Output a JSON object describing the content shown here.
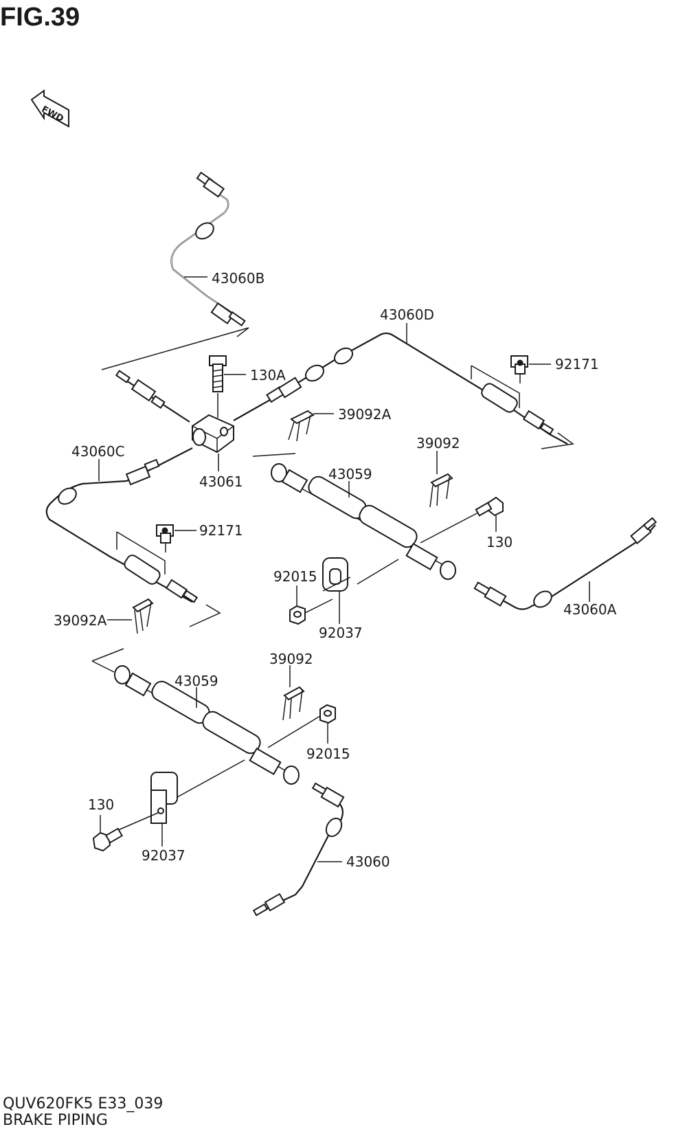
{
  "figure": {
    "title": "FIG.39",
    "code": "QUV620FK5 E33_039",
    "name": "BRAKE PIPING",
    "fwd_text": "FWD"
  },
  "callouts": {
    "c43060B": "43060B",
    "c43060D": "43060D",
    "c92171_top": "92171",
    "c130A": "130A",
    "c39092A_top": "39092A",
    "c43060C": "43060C",
    "c43061": "43061",
    "c43059_top": "43059",
    "c39092_top": "39092",
    "c92171_left": "92171",
    "c130_right": "130",
    "c92015_mid": "92015",
    "c92037_mid": "92037",
    "c43060A": "43060A",
    "c39092A_left": "39092A",
    "c39092_bottom": "39092",
    "c43059_bottom": "43059",
    "c92015_bottom": "92015",
    "c130_left": "130",
    "c92037_bottom": "92037",
    "c43060": "43060"
  }
}
